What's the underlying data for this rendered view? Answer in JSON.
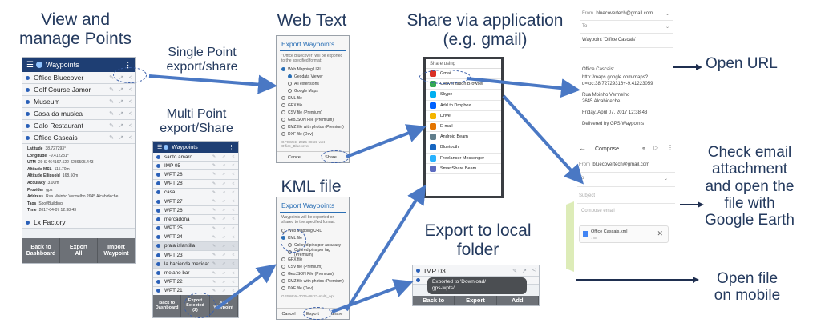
{
  "headings": {
    "view_manage_1": "View and",
    "view_manage_2": "manage Points",
    "single_1": "Single Point",
    "single_2": "export/share",
    "multi_1": "Multi Point",
    "multi_2": "export/Share",
    "web_text": "Web Text",
    "kml_file": "KML file",
    "share_1": "Share via application",
    "share_2": "(e.g. gmail)",
    "local_1": "Export to local",
    "local_2": "folder",
    "open_url": "Open URL",
    "check_1": "Check email",
    "check_2": "attachment",
    "check_3": "and open the",
    "check_4": "file  with",
    "check_5": "Google Earth",
    "open_file_1": "Open file",
    "open_file_2": "on mobile"
  },
  "panel1": {
    "title": "Waypoints",
    "rows": [
      "Office Bluecover",
      "Golf Course Jamor",
      "Museum",
      "Casa da musica",
      "Galo Restaurant",
      "Office Cascais"
    ],
    "details": [
      {
        "k": "Latitude",
        "v": "38.727293°"
      },
      {
        "k": "Longitude",
        "v": "-9.412231°"
      },
      {
        "k": "UTM",
        "v": "29 S 464167.522 4286595.443"
      },
      {
        "k": "Altitude MSL",
        "v": "115.70m"
      },
      {
        "k": "Altitude Ellipsoid",
        "v": "168.50m"
      },
      {
        "k": "Accuracy",
        "v": "3.00m"
      },
      {
        "k": "Provider",
        "v": "gps"
      },
      {
        "k": "Address",
        "v": "Rua Moinho Vermelho 2645 Alcabideche"
      },
      {
        "k": "Tags",
        "v": "Spot/Building"
      },
      {
        "k": "Time",
        "v": "2017-04-07 12:38:43"
      }
    ],
    "next_row": "Lx Factory",
    "buttons": [
      "Back to\nDashboard",
      "Export\nAll",
      "Import\nWaypoint"
    ]
  },
  "panel2": {
    "title": "Waypoints",
    "rows": [
      "santo amaro",
      "IMP 05",
      "WPT 28",
      "WPT 28",
      "casa",
      "WPT 27",
      "WPT 26",
      "mercadona",
      "WPT 25",
      "WPT 24",
      "praia islantilla",
      "WPT 23",
      "la hacienda mexicano",
      "melano bar",
      "WPT 22",
      "WPT 21"
    ],
    "highlighted": [
      10,
      12
    ],
    "buttons": [
      "Back to\nDashboard",
      "Export\nSelected\n(2)",
      "Add\nWaypoint"
    ]
  },
  "web_dialog": {
    "title": "Export Waypoints",
    "subtitle": "\"Office Bluecover\" will be exported to the specified format:",
    "options": [
      {
        "label": "Web Mapping URL",
        "on": true,
        "indent": false
      },
      {
        "label": "Geodata Viewer",
        "on": true,
        "indent": true
      },
      {
        "label": "All extensions",
        "on": false,
        "indent": true
      },
      {
        "label": "Google Maps",
        "on": false,
        "indent": true
      },
      {
        "label": "KML file",
        "on": false,
        "indent": false
      },
      {
        "label": "GPX file",
        "on": false,
        "indent": false
      },
      {
        "label": "CSV file (Premium)",
        "on": false,
        "indent": false
      },
      {
        "label": "GeoJSON File (Premium)",
        "on": false,
        "indent": false
      },
      {
        "label": "KMZ file with photos (Premium)",
        "on": false,
        "indent": false
      },
      {
        "label": "DXF file (Dev)",
        "on": false,
        "indent": false
      }
    ],
    "filename": "GPSWpts-2025-08-23-wpt-Office_Bluecover",
    "cancel": "Cancel",
    "share": "Share"
  },
  "kml_dialog": {
    "title": "Export Waypoints",
    "subtitle": "Waypoints will be exported or shared to the specified format:",
    "options": [
      {
        "label": "Web Mapping URL",
        "on": false,
        "indent": false
      },
      {
        "label": "KML file",
        "on": true,
        "indent": false
      },
      {
        "label": "Colored pins per accuracy",
        "on": false,
        "indent": true
      },
      {
        "label": "Colored pins per tag (Premium)",
        "on": false,
        "indent": true
      },
      {
        "label": "GPX file",
        "on": false,
        "indent": false
      },
      {
        "label": "CSV file (Premium)",
        "on": false,
        "indent": false
      },
      {
        "label": "GeoJSON File (Premium)",
        "on": false,
        "indent": false
      },
      {
        "label": "KMZ file with photos (Premium)",
        "on": false,
        "indent": false
      },
      {
        "label": "DXF file (Dev)",
        "on": false,
        "indent": false
      }
    ],
    "filename": "GPSWpts-2025-08-23-multi_wpt",
    "cancel": "Cancel",
    "export": "Export",
    "share": "Share"
  },
  "share_panel": {
    "title": "Share using",
    "items": [
      {
        "label": "Gmail",
        "color": "#d93025"
      },
      {
        "label": "Conversation Browser",
        "color": "#34a853"
      },
      {
        "label": "Skype",
        "color": "#00aff0"
      },
      {
        "label": "Add to Dropbox",
        "color": "#0061fe"
      },
      {
        "label": "Drive",
        "color": "#f4b400"
      },
      {
        "label": "E-mail",
        "color": "#e37400"
      },
      {
        "label": "Android Beam",
        "color": "#607d8b"
      },
      {
        "label": "Bluetooth",
        "color": "#1565c0"
      },
      {
        "label": "Freelancer Messenger",
        "color": "#29b2fe"
      },
      {
        "label": "SmartShare Beam",
        "color": "#5c6bc0"
      }
    ]
  },
  "email1": {
    "from_label": "From",
    "from": "bluecovertech@gmail.com",
    "to_label": "To",
    "subject": "Waypoint 'Office Cascais'",
    "body_title": "Office Cascais:",
    "url_1": "http://maps.google.com/maps?",
    "url_2": "q=loc:38.72729316+-9.41223059",
    "addr_1": "Rua Moinho Vermelho",
    "addr_2": "2645 Alcabideche",
    "date": "Friday, April 07, 2017 12:38:43",
    "footer": "Delivered by GPS Waypoints"
  },
  "email2": {
    "title": "Compose",
    "from_label": "From",
    "from": "bluecovertech@gmail.com",
    "to_label": "To",
    "subject_ph": "Subject",
    "compose_ph": "Compose email",
    "attachment": "Office Cascais.kml",
    "attachment_size": "1 kB"
  },
  "local": {
    "row": "IMP 03",
    "toast_1": "Exported to 'Download/",
    "toast_2": "gps-wpts/'",
    "buttons": [
      "Back to",
      "Export",
      "Add"
    ]
  },
  "colors": {
    "heading": "#243a5e",
    "arrow": "#4a78c4",
    "appbar": "#1e3e73",
    "dialog_accent": "#2a6fb5",
    "highlight_arrow": "#d9eab0"
  }
}
